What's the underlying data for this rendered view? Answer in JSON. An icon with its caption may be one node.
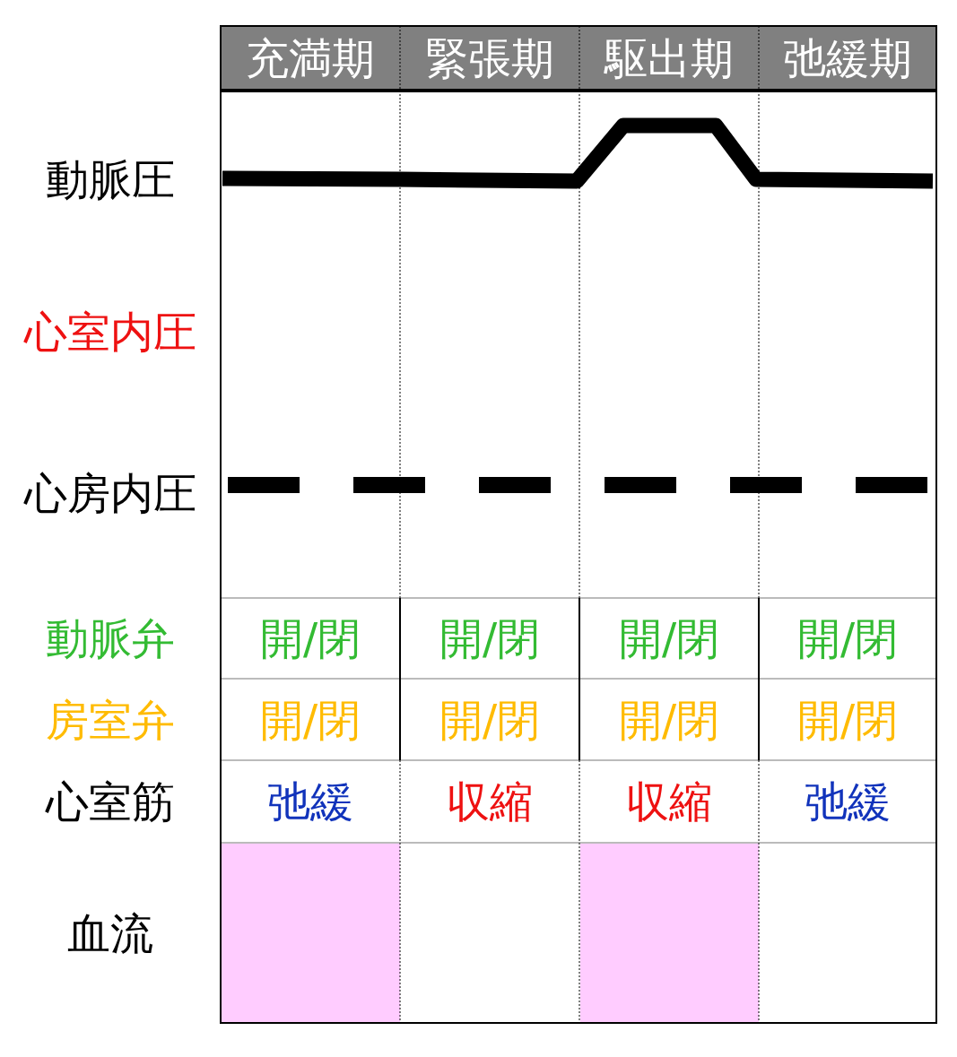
{
  "diagram": {
    "labels": [
      "充満期",
      "緊張期",
      "駆出期",
      "弛緩期",
      "動脈圧",
      "心室内圧",
      "心房内圧",
      "動脈弁",
      "開/閉",
      "開/閉",
      "開/閉",
      "開/閉",
      "房室弁",
      "開/閉",
      "開/閉",
      "開/閉",
      "開/閉",
      "心室筋",
      "弛緩",
      "収縮",
      "収縮",
      "弛緩",
      "血流"
    ]
  }
}
